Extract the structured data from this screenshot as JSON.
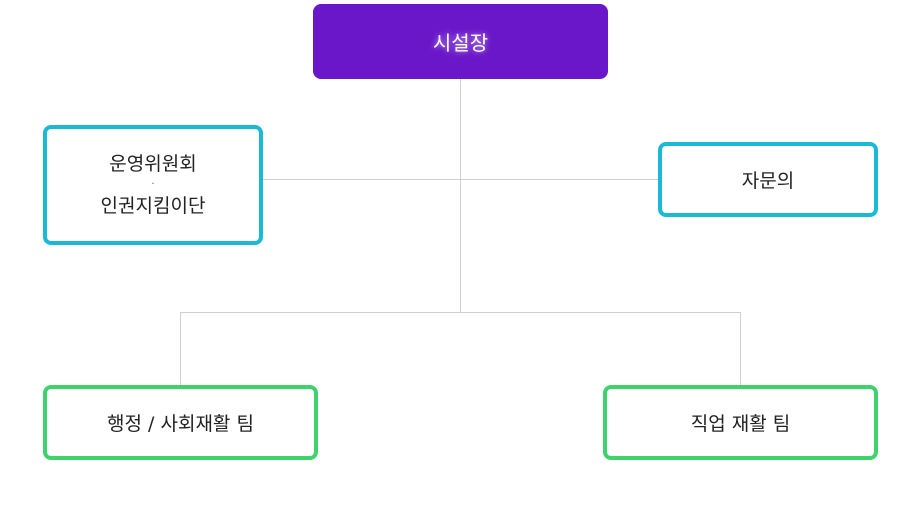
{
  "colors": {
    "top_fill": "#6a17c9",
    "middle_border": "#1ab9d6",
    "bottom_border": "#3fd36e",
    "connector": "#cfcfcf"
  },
  "nodes": {
    "director": {
      "label": "시설장"
    },
    "committee": {
      "line1": "운영위원회",
      "separator": "·",
      "line2": "인권지킴이단"
    },
    "advisory": {
      "label": "자문의"
    },
    "admin_team": {
      "label": "행정 / 사회재활 팀"
    },
    "vocational_team": {
      "label": "직업 재활 팀"
    }
  }
}
